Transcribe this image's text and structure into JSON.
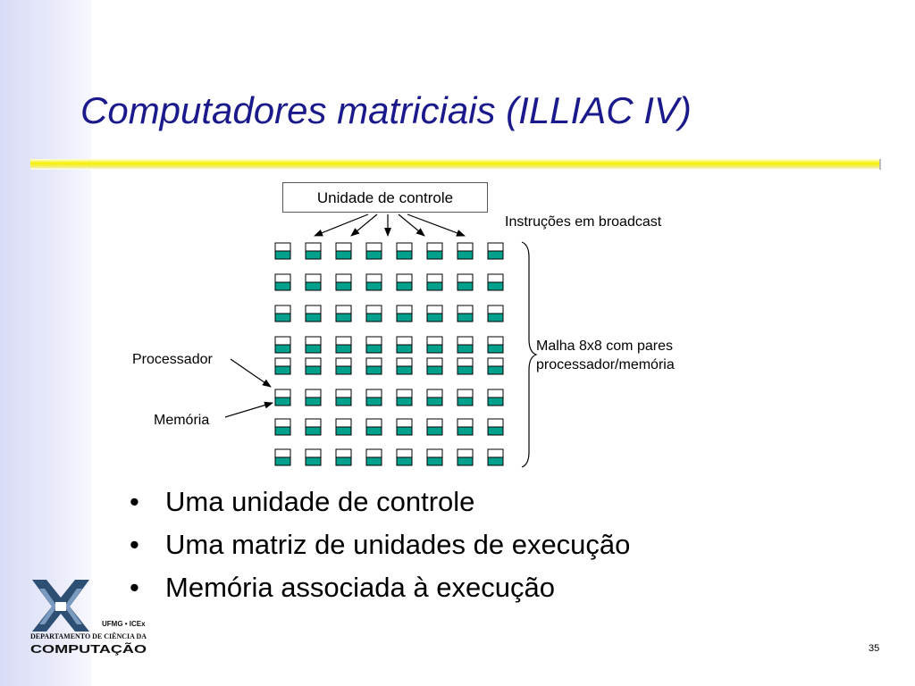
{
  "slide": {
    "title": "Computadores matriciais (ILLIAC IV)",
    "page_number": "35"
  },
  "diagram": {
    "control_unit": "Unidade de controle",
    "broadcast_label": "Instruções em broadcast",
    "mesh_label_line1": "Malha 8x8 com pares",
    "mesh_label_line2": "processador/memória",
    "processor_label": "Processador",
    "memory_label": "Memória",
    "rows": 8,
    "cols": 8,
    "memory_color": "#00a08c"
  },
  "bullets": [
    "Uma unidade de controle",
    "Uma matriz de unidades de execução",
    "Memória associada à execução"
  ],
  "logo": {
    "line1": "UFMG • ICEx",
    "line2": "DEPARTAMENTO DE CIÊNCIA DA",
    "line3": "COMPUTAÇÃO"
  }
}
